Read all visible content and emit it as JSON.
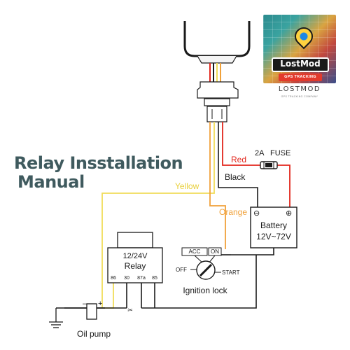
{
  "title": {
    "line1": "Relay Insstallation",
    "line2": "Manual"
  },
  "logo": {
    "brand": "LostMod",
    "badge": "GPS TRACKING",
    "name": "LOSTMOD",
    "tagline": "GPS TRACKING COMPANY"
  },
  "wires": {
    "red": "Red",
    "black": "Black",
    "yellow": "Yellow",
    "orange": "Orange"
  },
  "fuse": {
    "rating": "2A",
    "label": "FUSE"
  },
  "battery": {
    "label": "Battery",
    "voltage": "12V~72V",
    "minus": "⊖",
    "plus": "⊕"
  },
  "relay": {
    "voltage": "12/24V",
    "label": "Relay",
    "pins": [
      "86",
      "30",
      "87a",
      "85"
    ]
  },
  "ignition": {
    "acc": "ACC",
    "on": "ON",
    "off": "OFF",
    "start": "START",
    "label": "Ignition lock"
  },
  "oil_pump": {
    "label": "Oil pump",
    "minus": "–",
    "plus": "+"
  },
  "colors": {
    "red": "#e2261c",
    "yellow": "#f0dc59",
    "orange": "#f0a13a",
    "black": "#1a1a1a",
    "title": "#3f5a5e"
  }
}
